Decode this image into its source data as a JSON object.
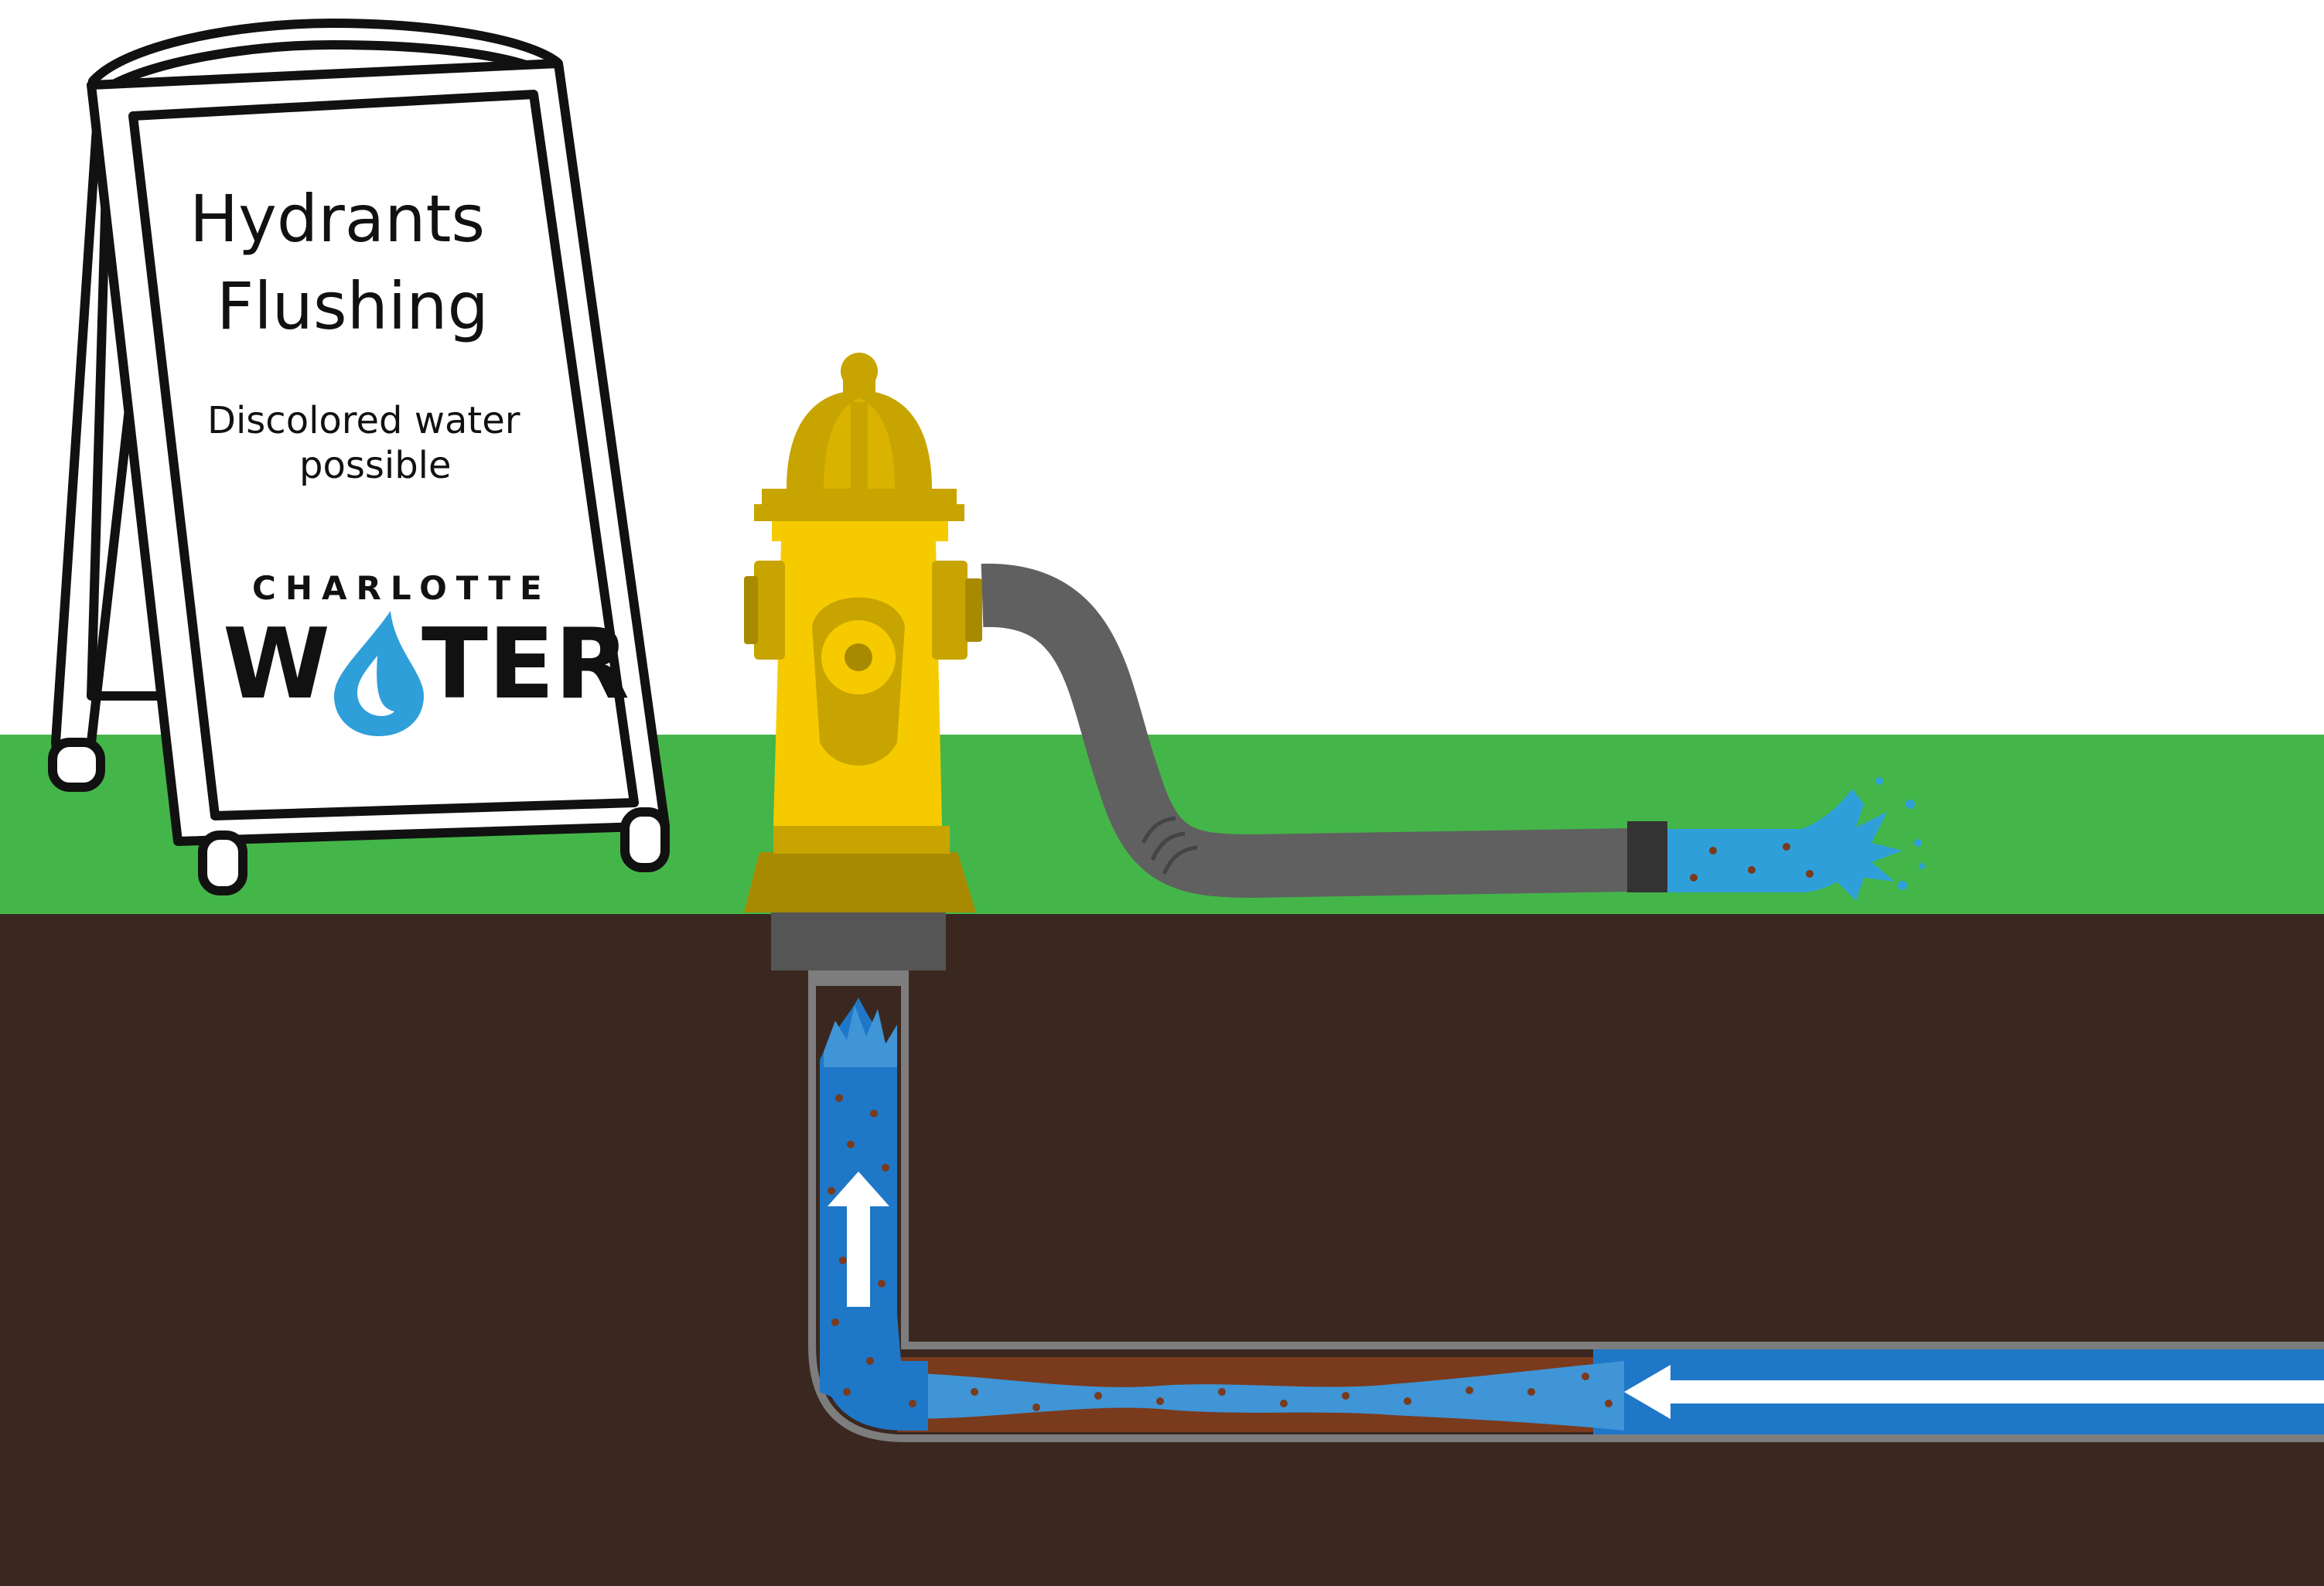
{
  "sign": {
    "title_line1": "Hydrants",
    "title_line2": "Flushing",
    "subtitle_line1": "Discolored water",
    "subtitle_line2": "possible",
    "brand_top": "CHARLOTTE",
    "brand_bottom_left": "W",
    "brand_bottom_right": "TER"
  },
  "colors": {
    "grass": "#44b649",
    "soil": "#3a2820",
    "hydrant_body": "#f5cb00",
    "hydrant_dark": "#c8a400",
    "hydrant_base": "#a88a00",
    "hose": "#606060",
    "pipe_wall": "#7d7d7d",
    "water": "#1f77c7",
    "water_light": "#3f95d6",
    "sediment": "#7a3a1c",
    "logo_drop": "#2f9fd9"
  },
  "icons": {
    "flow_arrow_up": "arrow-up-icon",
    "flow_arrow_left": "arrow-left-icon",
    "logo_drop": "water-drop-icon"
  }
}
